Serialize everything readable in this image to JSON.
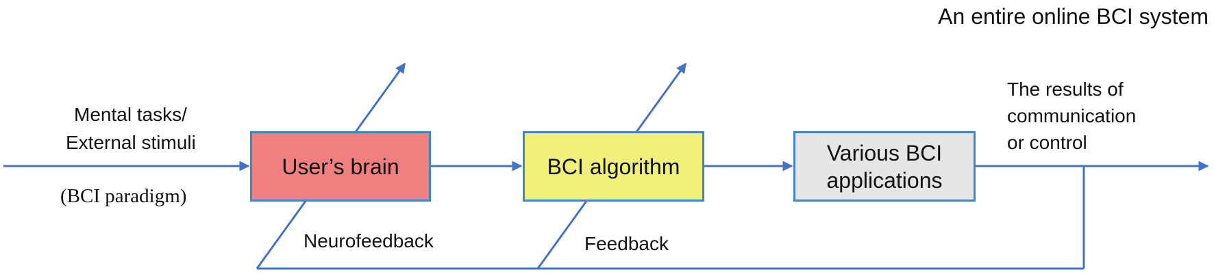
{
  "title": "An entire online BCI system",
  "input": {
    "line1": "Mental tasks/",
    "line2": "External stimuli",
    "paradigm": "(BCI paradigm)"
  },
  "boxes": {
    "brain": "User’s brain",
    "algorithm": "BCI algorithm",
    "applications_line1": "Various BCI",
    "applications_line2": "applications"
  },
  "output": {
    "line1": "The results of",
    "line2": "communication",
    "line3": "or control"
  },
  "feedback": {
    "neuro": "Neurofeedback",
    "system": "Feedback"
  },
  "colors": {
    "line": "#4472c4",
    "box_border": "#3f86c8",
    "brain_fill": "#f08080",
    "algorithm_fill": "#f0f07a",
    "applications_fill": "#e6e6e6"
  }
}
